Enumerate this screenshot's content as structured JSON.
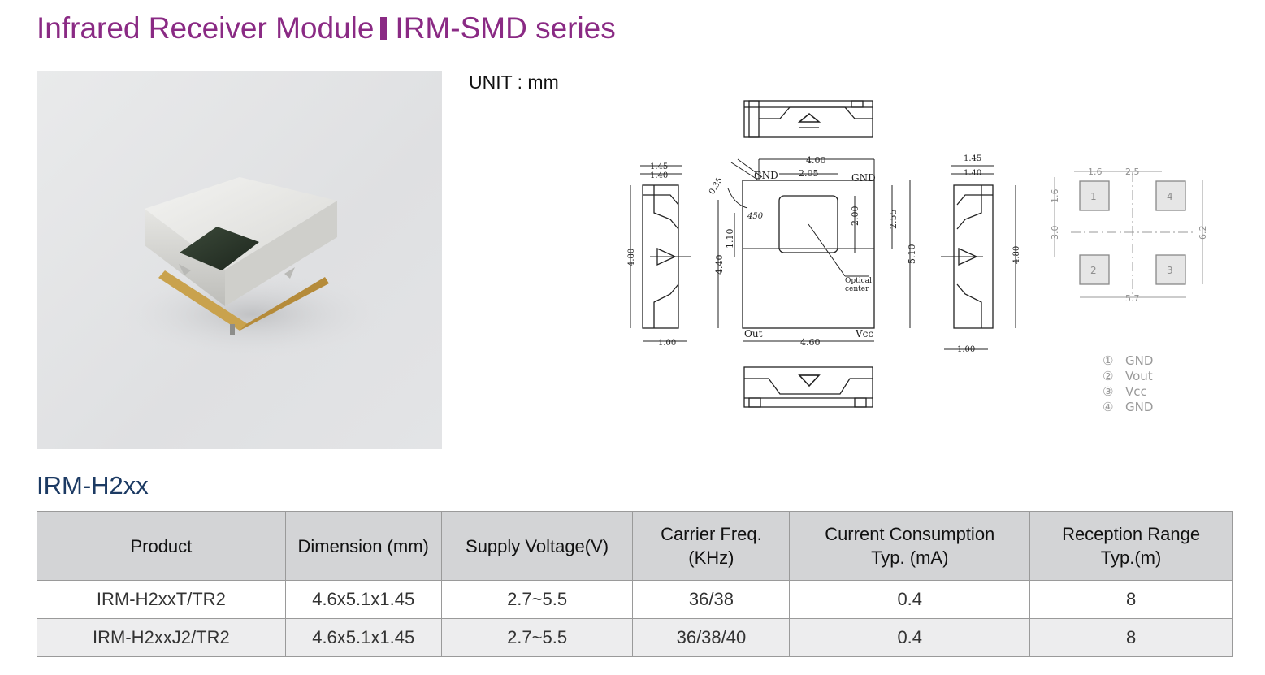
{
  "header": {
    "title_left": "Infrared Receiver Module",
    "title_right": "IRM-SMD series"
  },
  "unit_label": "UNIT : mm",
  "drawing": {
    "top_dims": {
      "d400": "4.00",
      "d205": "2.05",
      "d200": "2.00",
      "d255": "2.55",
      "d510": "5.10",
      "d440": "4.40",
      "d110": "1.10",
      "d460": "4.60",
      "d035": "0.35",
      "d450": "450"
    },
    "labels": {
      "gnd_left": "GND",
      "gnd_right": "GND",
      "out": "Out",
      "vcc": "Vcc",
      "optical_1": "Optical",
      "optical_2": "center"
    },
    "side_dims": {
      "d145": "1.45",
      "d140": "1.40",
      "d480": "4.80",
      "d100": "1.00"
    },
    "pad_dims": {
      "d16a": "1.6",
      "d25": "2.5",
      "d16b": "1.6",
      "d30": "3.0",
      "d62": "6.2",
      "d57": "5.7"
    },
    "pad_numbers": [
      "1",
      "4",
      "2",
      "3"
    ],
    "pins": [
      {
        "num": "①",
        "name": "GND"
      },
      {
        "num": "②",
        "name": "Vout"
      },
      {
        "num": "③",
        "name": "Vcc"
      },
      {
        "num": "④",
        "name": "GND"
      }
    ]
  },
  "section_title": "IRM-H2xx",
  "table": {
    "headers": [
      {
        "l1": "Product",
        "l2": ""
      },
      {
        "l1": "Dimension (mm)",
        "l2": ""
      },
      {
        "l1": "Supply Voltage(V)",
        "l2": ""
      },
      {
        "l1": "Carrier Freq.",
        "l2": "(KHz)"
      },
      {
        "l1": "Current Consumption",
        "l2": "Typ. (mA)"
      },
      {
        "l1": "Reception Range",
        "l2": "Typ.(m)"
      }
    ],
    "rows": [
      [
        "IRM-H2xxT/TR2",
        "4.6x5.1x1.45",
        "2.7~5.5",
        "36/38",
        "0.4",
        "8"
      ],
      [
        "IRM-H2xxJ2/TR2",
        "4.6x5.1x1.45",
        "2.7~5.5",
        "36/38/40",
        "0.4",
        "8"
      ]
    ]
  },
  "colors": {
    "title": "#8a2a84",
    "subtitle": "#1c3a63",
    "header_bg": "#d3d4d6"
  }
}
